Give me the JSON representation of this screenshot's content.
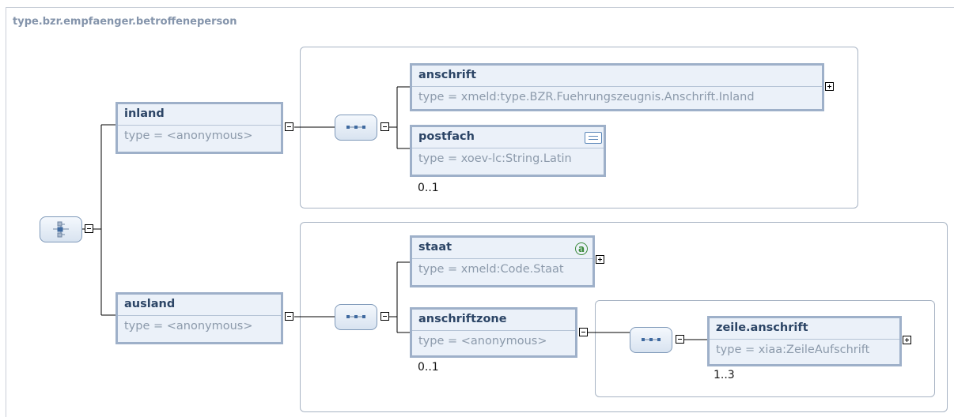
{
  "diagram": {
    "title": "type.bzr.empfaenger.betroffeneperson",
    "root": {
      "compositor": "choice",
      "icon": "choice-compositor-icon"
    },
    "elements": {
      "inland": {
        "name": "inland",
        "type": "type = <anonymous>"
      },
      "ausland": {
        "name": "ausland",
        "type": "type = <anonymous>"
      },
      "anschrift": {
        "name": "anschrift",
        "type": "type = xmeld:type.BZR.Fuehrungszeugnis.Anschrift.Inland"
      },
      "postfach": {
        "name": "postfach",
        "type": "type = xoev-lc:String.Latin",
        "occurrence": "0..1",
        "icon": "documentation-icon"
      },
      "staat": {
        "name": "staat",
        "type": "type = xmeld:Code.Staat",
        "icon": "attribute-icon",
        "icon_glyph": "a"
      },
      "anschriftzone": {
        "name": "anschriftzone",
        "type": "type = <anonymous>",
        "occurrence": "0..1"
      },
      "zeile_anschrift": {
        "name": "zeile.anschrift",
        "type": "type = xiaa:ZeileAufschrift",
        "occurrence": "1..3"
      }
    },
    "compositors": [
      "sequence-compositor-icon",
      "sequence-compositor-icon",
      "sequence-compositor-icon"
    ],
    "colors": {
      "node_fill": "#ebf1f9",
      "node_border": "#9eb0c9",
      "name_text": "#2c4566",
      "type_text": "#8c9aab",
      "group_border": "#a8b4c4"
    }
  }
}
